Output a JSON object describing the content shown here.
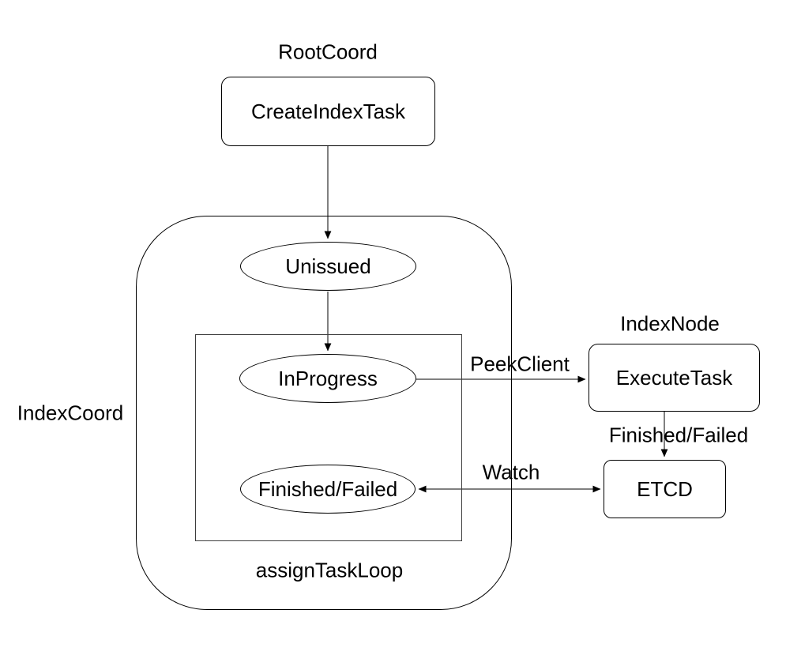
{
  "canvas": {
    "background": "#ffffff",
    "stroke_color": "#000000",
    "text_color": "#000000"
  },
  "group_labels": {
    "root_coord": "RootCoord",
    "index_coord": "IndexCoord",
    "index_node": "IndexNode",
    "assign_task_loop": "assignTaskLoop"
  },
  "nodes": {
    "create_index_task": "CreateIndexTask",
    "unissued": "Unissued",
    "in_progress": "InProgress",
    "finished_failed": "Finished/Failed",
    "execute_task": "ExecuteTask",
    "etcd": "ETCD"
  },
  "edge_labels": {
    "peek_client": "PeekClient",
    "finished_failed": "Finished/Failed",
    "watch": "Watch"
  }
}
